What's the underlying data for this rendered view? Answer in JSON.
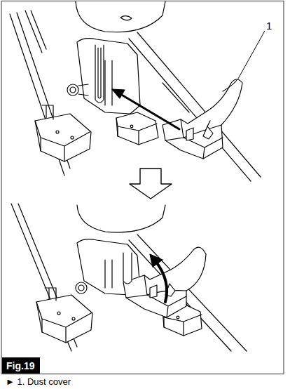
{
  "diagram": {
    "caption": "► 1. Dust cover",
    "labels": [
      "1",
      "Fig.19"
    ]
  }
}
